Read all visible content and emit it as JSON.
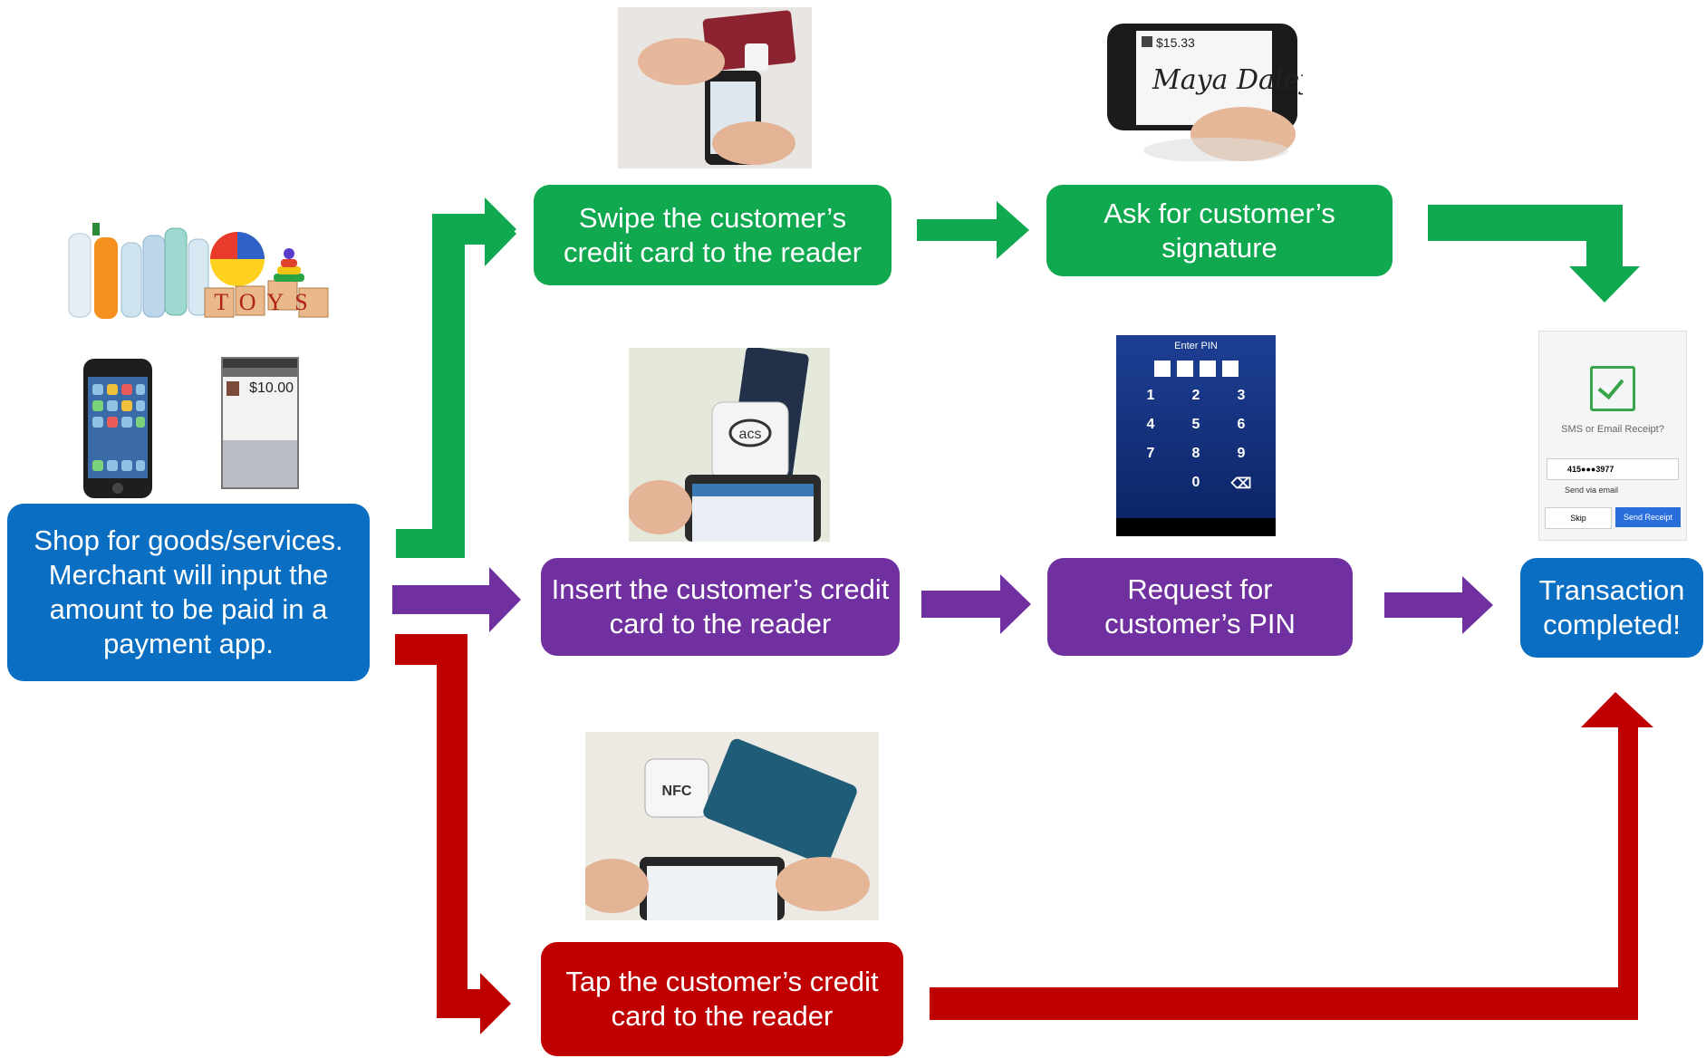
{
  "colors": {
    "blue": "#0a6fc2",
    "green": "#10a950",
    "purple": "#7030a0",
    "red": "#c00000"
  },
  "nodes": {
    "shop": "Shop for goods/services. Merchant  will input the amount to be paid in a payment app.",
    "swipe": "Swipe the customer’s credit card to the reader",
    "signature": "Ask for customer’s signature",
    "insert": "Insert the customer’s credit card to the reader",
    "pin": "Request for customer’s PIN",
    "tap": "Tap the customer’s credit card to the reader",
    "done": "Transaction completed!"
  },
  "images": {
    "phone_amount": "$10.00",
    "signature_amount": "$15.33",
    "signature_name": "Maya Daley",
    "toys_label": "TOYS",
    "reader_acs": "acs",
    "reader_nfc": "NFC",
    "pin_title": "Enter PIN",
    "pin_keys": [
      "1",
      "2",
      "3",
      "4",
      "5",
      "6",
      "7",
      "8",
      "9",
      "0"
    ],
    "receipt": {
      "question": "SMS or Email Receipt?",
      "phone": "415●●●3977",
      "email_option": "Send via email",
      "skip": "Skip",
      "send": "Send Receipt"
    }
  }
}
